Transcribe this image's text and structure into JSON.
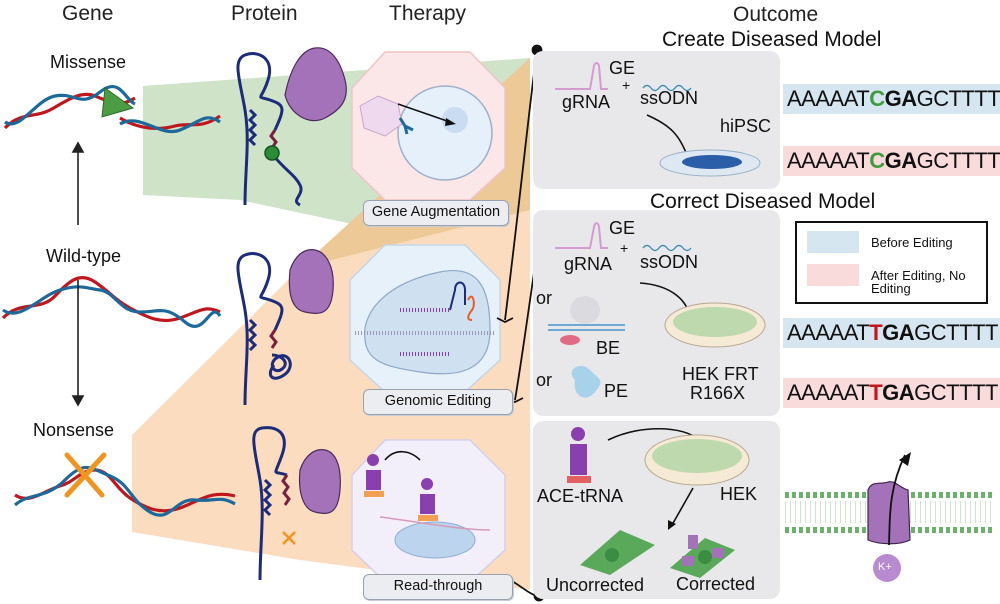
{
  "headers": {
    "gene": "Gene",
    "protein": "Protein",
    "therapy": "Therapy",
    "outcome": "Outcome"
  },
  "gene_states": {
    "missense": "Missense",
    "wild_type": "Wild-type",
    "nonsense": "Nonsense"
  },
  "therapies": {
    "gene_augmentation": "Gene Augmentation",
    "genomic_editing": "Genomic Editing",
    "read_through": "Read-through"
  },
  "outcome": {
    "create_model": {
      "title": "Create Diseased Model",
      "ge": "GE",
      "plus": "+",
      "grna": "gRNA",
      "ssodn": "ssODN",
      "cell_line": "hiPSC"
    },
    "correct_model": {
      "title": "Correct Diseased Model",
      "ge": "GE",
      "plus": "+",
      "grna": "gRNA",
      "ssodn": "ssODN",
      "or1": "or",
      "be": "BE",
      "or2": "or",
      "pe": "PE",
      "cell_line_1": "HEK FRT",
      "cell_line_2": "R166X"
    },
    "readthrough": {
      "ace_trna": "ACE-tRNA",
      "cell_line": "HEK",
      "uncorrected": "Uncorrected",
      "corrected": "Corrected",
      "ion": "K+"
    }
  },
  "sequences": {
    "create_before": {
      "pre": "AAAAAT",
      "mut": "C",
      "bold": "GA",
      "post": "GCTTTT"
    },
    "create_after": {
      "pre": "AAAAAT",
      "mut": "C",
      "bold": "GA",
      "post": "GCTTTT"
    },
    "correct_before": {
      "pre": "AAAAAT",
      "mut": "T",
      "bold": "GA",
      "post": "GCTTTT"
    },
    "correct_after": {
      "pre": "AAAAAT",
      "mut": "T",
      "bold": "GA",
      "post": "GCTTTT"
    }
  },
  "legend": {
    "before": "Before Editing",
    "after_line1": "After Editing, No",
    "after_line2": "Editing"
  },
  "colors": {
    "missense_green": "#3f9b3f",
    "nonsense_red": "#c0171e",
    "before_bg": "#d6e6f1",
    "after_bg": "#fadbdb",
    "missense_fan": "#cfe3c8",
    "nonsense_fan": "#fbdcbf",
    "editing_fan": "#ecc996",
    "protein_purple": "#a372b8"
  }
}
